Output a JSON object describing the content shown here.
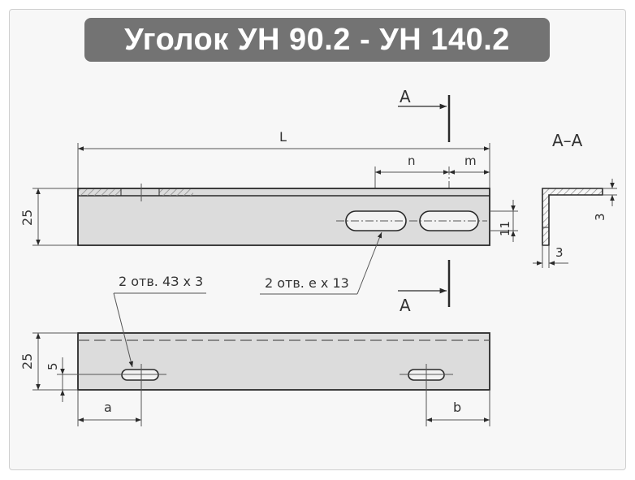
{
  "title": "Уголок УН 90.2 - УН 140.2",
  "labels": {
    "section_top": "A",
    "section_bottom": "A",
    "section_title": "A–A",
    "dim_L": "L",
    "dim_n": "n",
    "dim_m": "m",
    "dim_25_top": "25",
    "dim_11": "11",
    "dim_3_vertical": "3",
    "dim_3_horizontal": "3",
    "hole_note_left": "2 отв. 4З х 3",
    "hole_note_right": "2 отв. е х 13",
    "dim_25_bottom": "25",
    "dim_5": "5",
    "dim_a": "a",
    "dim_b": "b"
  },
  "colors": {
    "line": "#2a2a2a",
    "fill": "#dcdcdc",
    "hatch": "#9a9a9a",
    "title_bg": "#737373"
  }
}
